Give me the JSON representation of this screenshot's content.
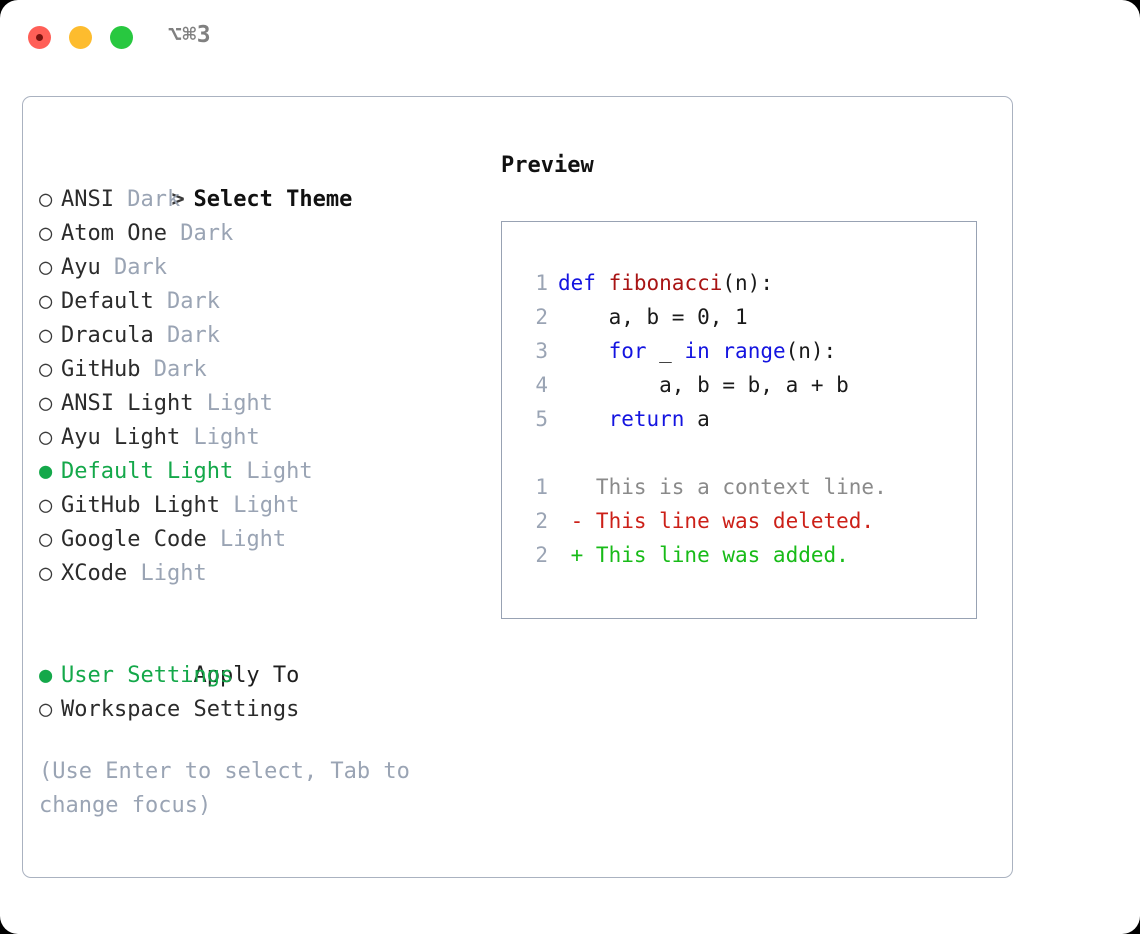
{
  "window": {
    "traffic_lights": [
      "close",
      "minimize",
      "maximize"
    ],
    "shortcut_label": "⌥⌘3"
  },
  "theme_picker": {
    "header_marker": ">",
    "header_label": "Select Theme",
    "bullet_unselected": "○",
    "bullet_selected": "●",
    "items": [
      {
        "name": "ANSI",
        "tag": "Dark",
        "selected": false
      },
      {
        "name": "Atom One",
        "tag": "Dark",
        "selected": false
      },
      {
        "name": "Ayu",
        "tag": "Dark",
        "selected": false
      },
      {
        "name": "Default",
        "tag": "Dark",
        "selected": false
      },
      {
        "name": "Dracula",
        "tag": "Dark",
        "selected": false
      },
      {
        "name": "GitHub",
        "tag": "Dark",
        "selected": false
      },
      {
        "name": "ANSI Light",
        "tag": "Light",
        "selected": false
      },
      {
        "name": "Ayu Light",
        "tag": "Light",
        "selected": false
      },
      {
        "name": "Default Light",
        "tag": "Light",
        "selected": true
      },
      {
        "name": "GitHub Light",
        "tag": "Light",
        "selected": false
      },
      {
        "name": "Google Code",
        "tag": "Light",
        "selected": false
      },
      {
        "name": "XCode",
        "tag": "Light",
        "selected": false
      }
    ]
  },
  "apply_to": {
    "header_label": "Apply To",
    "options": [
      {
        "name": "User Settings",
        "selected": true
      },
      {
        "name": "Workspace Settings",
        "selected": false
      }
    ]
  },
  "hint": {
    "text": "(Use Enter to select, Tab to change focus)"
  },
  "preview": {
    "title": "Preview",
    "code_lines": [
      {
        "no": "1",
        "tokens": [
          {
            "t": "def",
            "c": "kw"
          },
          {
            "t": " ",
            "c": "txt"
          },
          {
            "t": "fibonacci",
            "c": "fn"
          },
          {
            "t": "(n):",
            "c": "txt"
          }
        ]
      },
      {
        "no": "2",
        "tokens": [
          {
            "t": "    a, b = 0, 1",
            "c": "txt"
          }
        ]
      },
      {
        "no": "3",
        "tokens": [
          {
            "t": "    ",
            "c": "txt"
          },
          {
            "t": "for",
            "c": "kw"
          },
          {
            "t": " _ ",
            "c": "txt"
          },
          {
            "t": "in",
            "c": "kw"
          },
          {
            "t": " ",
            "c": "txt"
          },
          {
            "t": "range",
            "c": "kw"
          },
          {
            "t": "(n):",
            "c": "txt"
          }
        ]
      },
      {
        "no": "4",
        "tokens": [
          {
            "t": "        a, b = b, a + b",
            "c": "txt"
          }
        ]
      },
      {
        "no": "5",
        "tokens": [
          {
            "t": "    ",
            "c": "txt"
          },
          {
            "t": "return",
            "c": "kw"
          },
          {
            "t": " a",
            "c": "txt"
          }
        ]
      }
    ],
    "diff_lines": [
      {
        "no": "1",
        "marker": " ",
        "text": "This is a context line.",
        "kind": "context"
      },
      {
        "no": "2",
        "marker": "-",
        "text": "This line was deleted.",
        "kind": "deleted"
      },
      {
        "no": "2",
        "marker": "+",
        "text": "This line was added.",
        "kind": "added"
      }
    ]
  },
  "colors": {
    "selection_green": "#14a84a",
    "muted_gray": "#9aa4b4",
    "keyword_blue": "#1414e0",
    "function_red": "#a81414",
    "diff_deleted": "#cc2018",
    "diff_added": "#18bb18",
    "border": "#aab2c0"
  }
}
